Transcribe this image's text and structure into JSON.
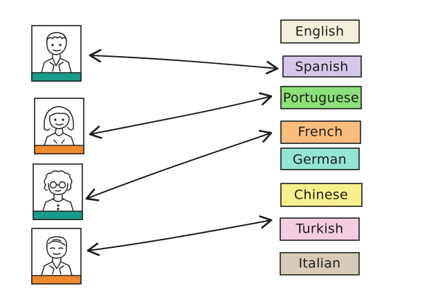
{
  "people": [
    {
      "id": "person-1",
      "type": "man-short-hair",
      "bar_color": "#1a9c8c",
      "bar_label": "teal"
    },
    {
      "id": "person-2",
      "type": "woman-bob-hair",
      "bar_color": "#f08a2c",
      "bar_label": "orange"
    },
    {
      "id": "person-3",
      "type": "curly-hair-glasses",
      "bar_color": "#1a9c8c",
      "bar_label": "teal"
    },
    {
      "id": "person-4",
      "type": "man-side-part",
      "bar_color": "#f08a2c",
      "bar_label": "orange"
    }
  ],
  "languages": [
    {
      "label": "English",
      "color": "#f4f0de"
    },
    {
      "label": "Spanish",
      "color": "#d6c8e8"
    },
    {
      "label": "Portuguese",
      "color": "#8ee07a"
    },
    {
      "label": "French",
      "color": "#fbbe7e"
    },
    {
      "label": "German",
      "color": "#95e5d4"
    },
    {
      "label": "Chinese",
      "color": "#f7f08c"
    },
    {
      "label": "Turkish",
      "color": "#f4cde0"
    },
    {
      "label": "Italian",
      "color": "#d8ccb8"
    }
  ],
  "connections": [
    {
      "person": 0,
      "language": "Spanish"
    },
    {
      "person": 1,
      "language": "Portuguese"
    },
    {
      "person": 2,
      "language": "French"
    },
    {
      "person": 3,
      "language": "Turkish"
    }
  ],
  "style": {
    "stroke": "#1a1a1a"
  }
}
